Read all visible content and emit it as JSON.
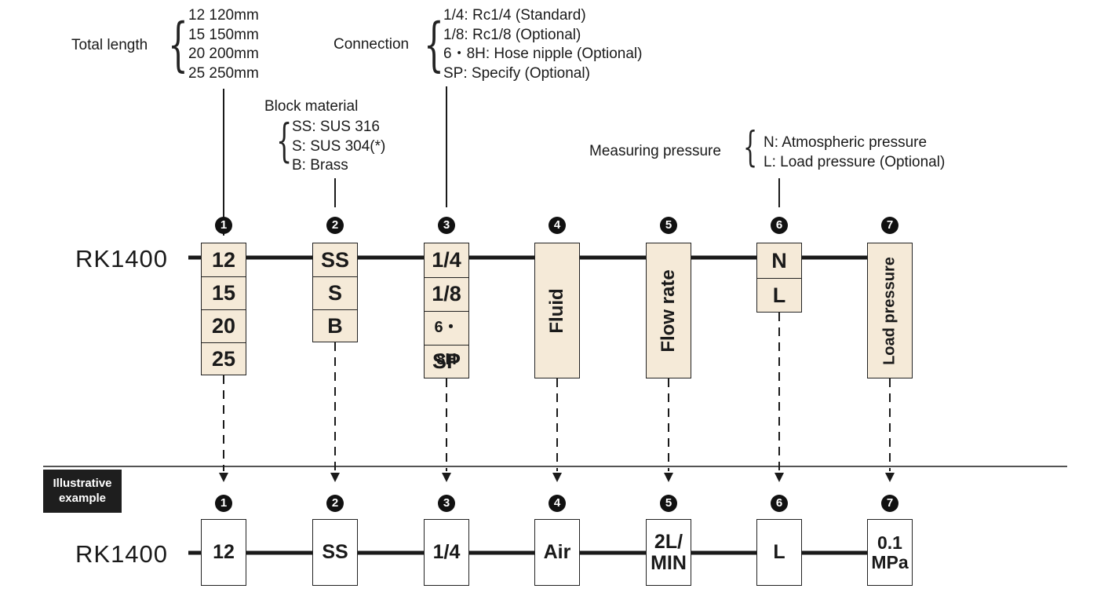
{
  "total_length": {
    "label": "Total length",
    "options": [
      "12 120mm",
      "15 150mm",
      "20 200mm",
      "25 250mm"
    ]
  },
  "connection": {
    "label": "Connection",
    "options": [
      "1/4: Rc1/4 (Standard)",
      "1/8: Rc1/8 (Optional)",
      "6・8H: Hose nipple (Optional)",
      "SP: Specify (Optional)"
    ]
  },
  "block_material": {
    "label": "Block material",
    "options": [
      "SS: SUS 316",
      "S: SUS 304(*)",
      "B: Brass"
    ]
  },
  "measuring_pressure": {
    "label": "Measuring pressure",
    "options": [
      "N: Atmospheric pressure",
      "L: Load pressure (Optional)"
    ]
  },
  "model": "RK1400",
  "numbers": [
    "1",
    "2",
    "3",
    "4",
    "5",
    "6",
    "7"
  ],
  "codes": {
    "length": [
      "12",
      "15",
      "20",
      "25"
    ],
    "material": [
      "SS",
      "S",
      "B"
    ],
    "connection": [
      "1/4",
      "1/8",
      "6・8H",
      "SP"
    ],
    "fluid": "Fluid",
    "flow": "Flow rate",
    "pressure_type": [
      "N",
      "L"
    ],
    "load_pressure": "Load pressure"
  },
  "example": {
    "tag_line1": "Illustrative",
    "tag_line2": "example",
    "values": [
      "12",
      "SS",
      "1/4",
      "Air",
      "2L/\nMIN",
      "L",
      "0.1\nMPa"
    ]
  },
  "colors": {
    "box_fill": "#f5ead8",
    "line": "#1a1a1a",
    "tag_bg": "#1e1e1e"
  }
}
